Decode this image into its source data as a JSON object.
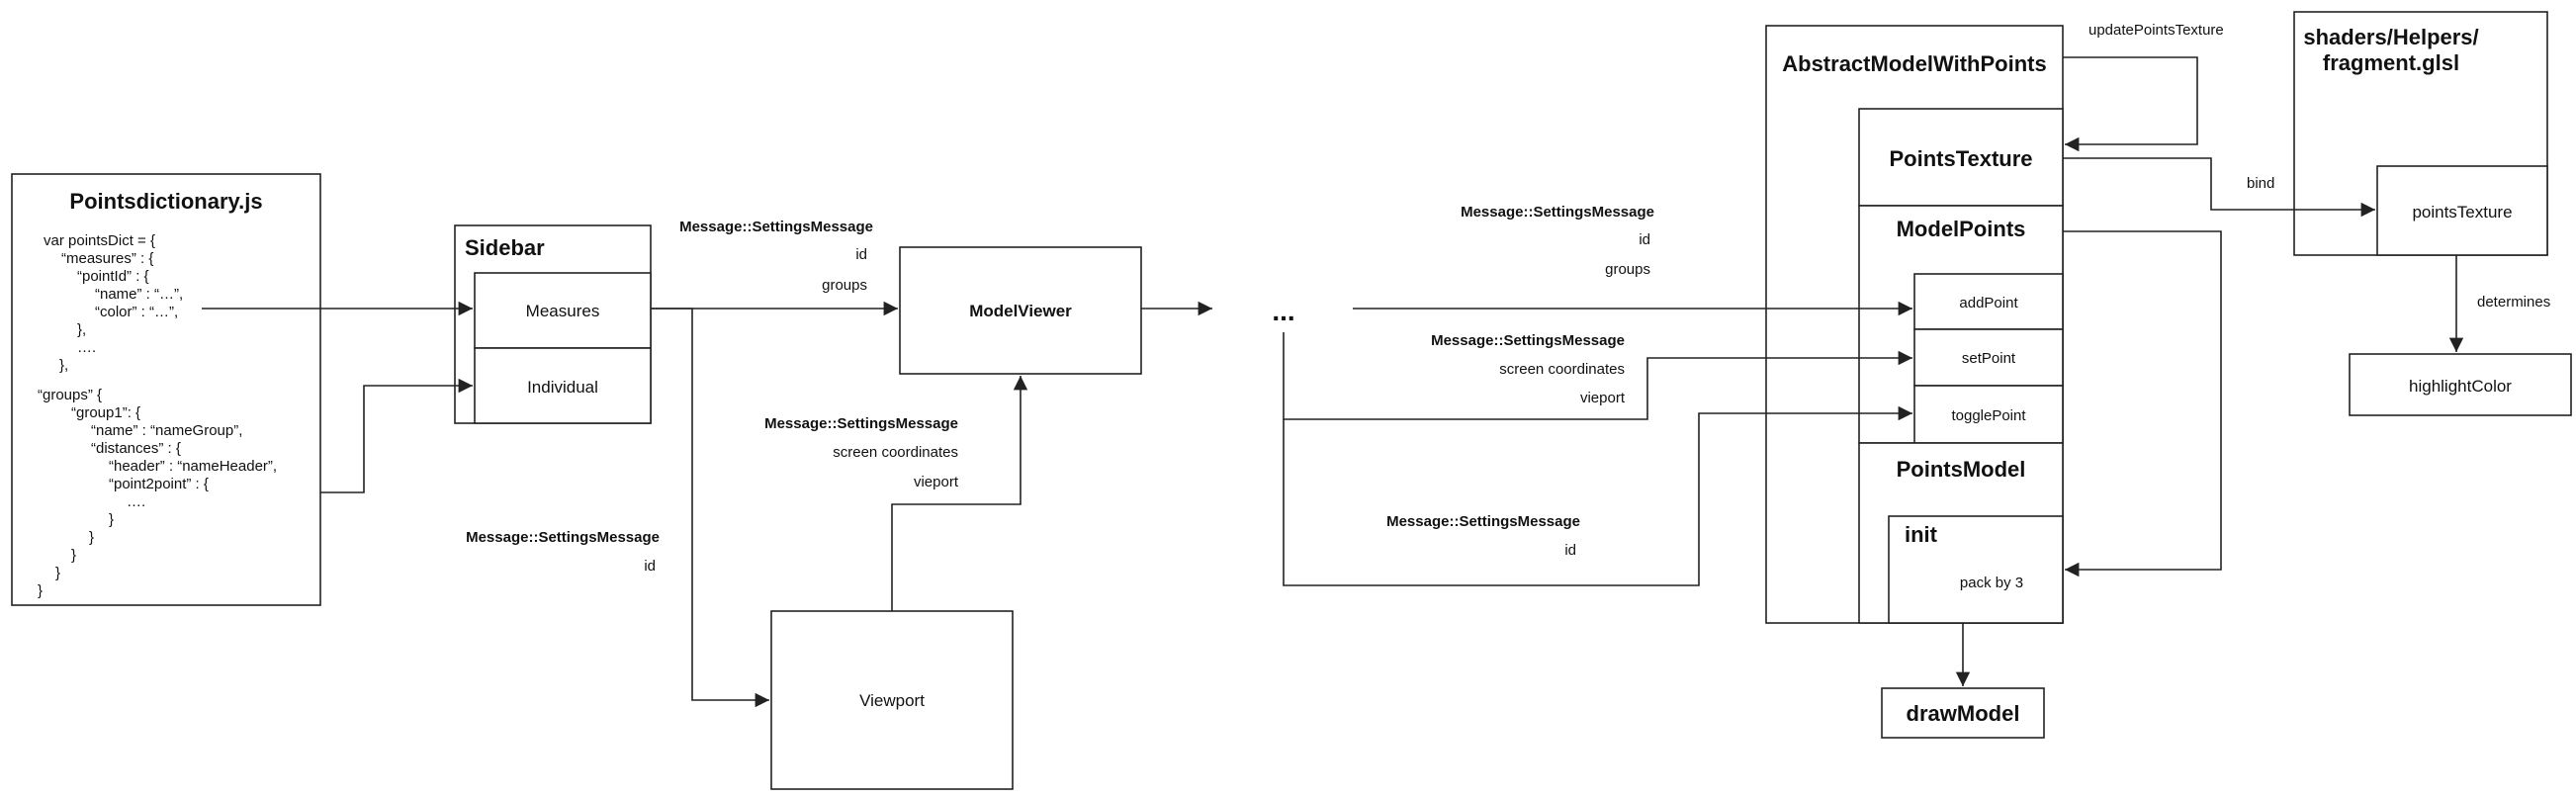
{
  "pointsdictionary": {
    "title": "Pointsdictionary.js",
    "code_lines": [
      "var pointsDict = {",
      "“measures” : {",
      "“pointId” : {",
      "“name” : “…”,",
      "“color” : “…”,",
      "},",
      "….",
      "},",
      "“groups” {",
      "“group1”: {",
      "“name” : “nameGroup”,",
      "“distances” : {",
      "“header” : “nameHeader”,",
      "“point2point” : {",
      "….",
      "}",
      "}",
      "}",
      "}",
      "}"
    ]
  },
  "sidebar": {
    "title": "Sidebar",
    "measures": "Measures",
    "individual": "Individual"
  },
  "modelviewer": {
    "title": "ModelViewer"
  },
  "viewport": {
    "title": "Viewport"
  },
  "ellipsis": "...",
  "messages": {
    "mv": {
      "title": "Message::SettingsMessage",
      "line1": "id",
      "line2": "groups"
    },
    "vp_up": {
      "title": "Message::SettingsMessage",
      "line1": "screen coordinates",
      "line2": "vieport"
    },
    "vp_down": {
      "title": "Message::SettingsMessage",
      "line1": "id"
    },
    "r1": {
      "title": "Message::SettingsMessage",
      "line1": "id",
      "line2": "groups"
    },
    "r2": {
      "title": "Message::SettingsMessage",
      "line1": "screen coordinates",
      "line2": "vieport"
    },
    "r3": {
      "title": "Message::SettingsMessage",
      "line1": "id"
    }
  },
  "abstract": {
    "title": "AbstractModelWithPoints",
    "update_label": "updatePointsTexture",
    "points_texture": "PointsTexture",
    "model_points": "ModelPoints",
    "add_point": "addPoint",
    "set_point": "setPoint",
    "toggle_point": "togglePoint",
    "points_model": "PointsModel",
    "init": "init",
    "pack": "pack by 3"
  },
  "draw_model": "drawModel",
  "shader": {
    "title_line1": "shaders/Helpers/",
    "title_line2": "fragment.glsl",
    "points_texture": "pointsTexture",
    "bind_label": "bind",
    "determines_label": "determines",
    "highlight": "highlightColor"
  }
}
